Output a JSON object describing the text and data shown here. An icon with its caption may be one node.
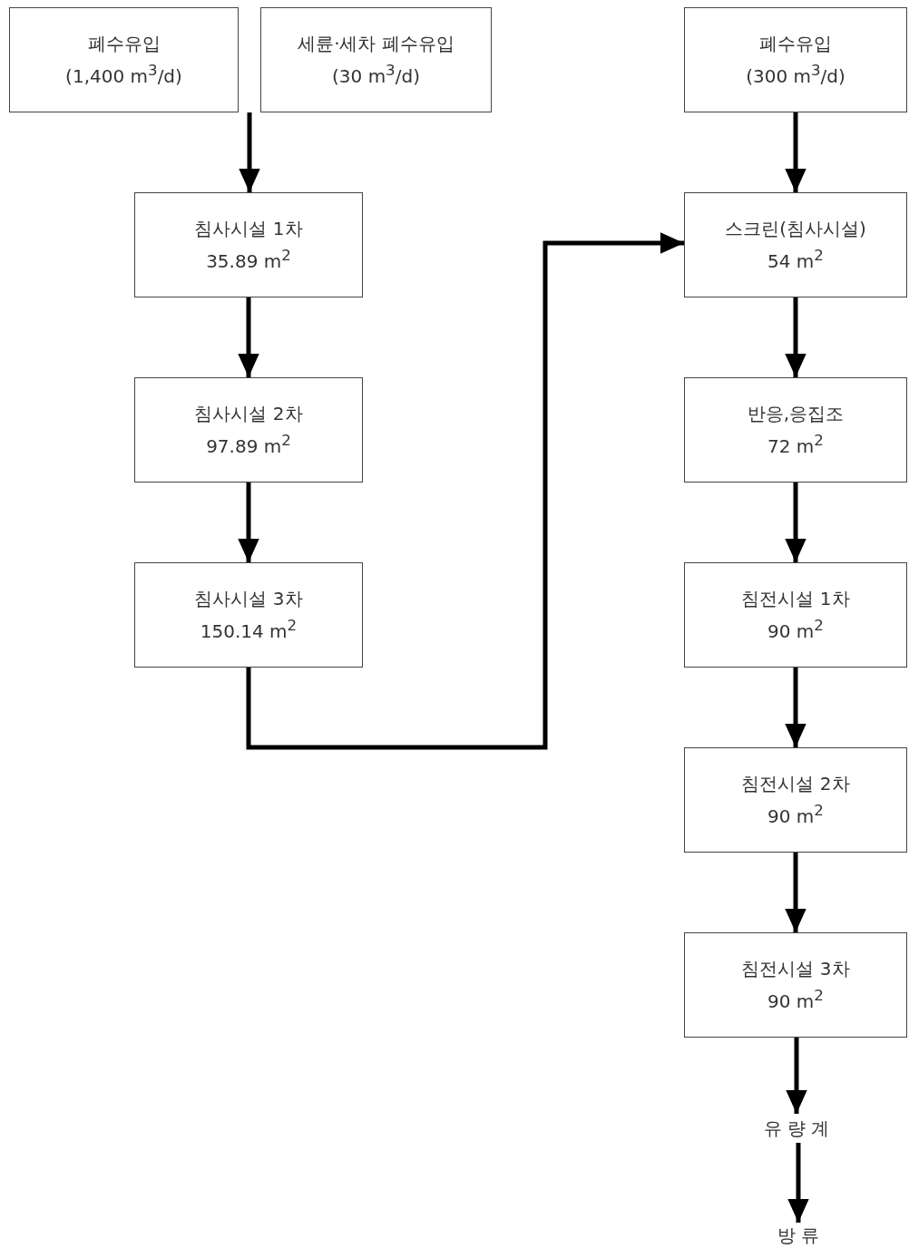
{
  "diagram": {
    "nodes": [
      {
        "text": [
          "폐수유입",
          "(1,400 m$^{3}$/d)"
        ]
      },
      {
        "text": [
          "세륜·세차 폐수유입",
          "(30 m$^{3}$/d)"
        ]
      },
      {
        "text": [
          "폐수유입",
          "(300 m$^{3}$/d)"
        ]
      },
      {
        "text": [
          "침사시설 1차",
          "35.89 m$^{2}$"
        ]
      },
      {
        "text": [
          "침사시설 2차",
          "97.89 m$^{2}$"
        ]
      },
      {
        "text": [
          "침사시설 3차",
          "150.14 m$^{2}$"
        ]
      },
      {
        "text": [
          "스크린(침사시설)",
          "54 m$^{2}$"
        ]
      },
      {
        "text": [
          "반응,응집조",
          "72 m$^{2}$"
        ]
      },
      {
        "text": [
          "침전시설 1차",
          "90 m$^{2}$"
        ]
      },
      {
        "text": [
          "침전시설 2차",
          "90 m$^{2}$"
        ]
      },
      {
        "text": [
          "침전시설 3차",
          "90 m$^{2}$"
        ]
      },
      {
        "text": [
          "유 량 계"
        ]
      },
      {
        "text": [
          "방 류"
        ]
      }
    ],
    "edges": [
      {
        "from": 0,
        "to": 3,
        "arrow": "to"
      },
      {
        "from": 1,
        "to": 3,
        "arrow": "to"
      },
      {
        "from": 3,
        "to": 4,
        "arrow": "to"
      },
      {
        "from": 4,
        "to": 5,
        "arrow": "to"
      },
      {
        "from": 5,
        "to": 6,
        "arrow": "to"
      },
      {
        "from": 2,
        "to": 6,
        "arrow": "to"
      },
      {
        "from": 6,
        "to": 7,
        "arrow": "to"
      },
      {
        "from": 7,
        "to": 8,
        "arrow": "to"
      },
      {
        "from": 8,
        "to": 9,
        "arrow": "to"
      },
      {
        "from": 9,
        "to": 10,
        "arrow": "to"
      },
      {
        "from": 10,
        "to": 11,
        "arrow": "to"
      },
      {
        "from": 11,
        "to": 12,
        "arrow": "to"
      }
    ]
  }
}
